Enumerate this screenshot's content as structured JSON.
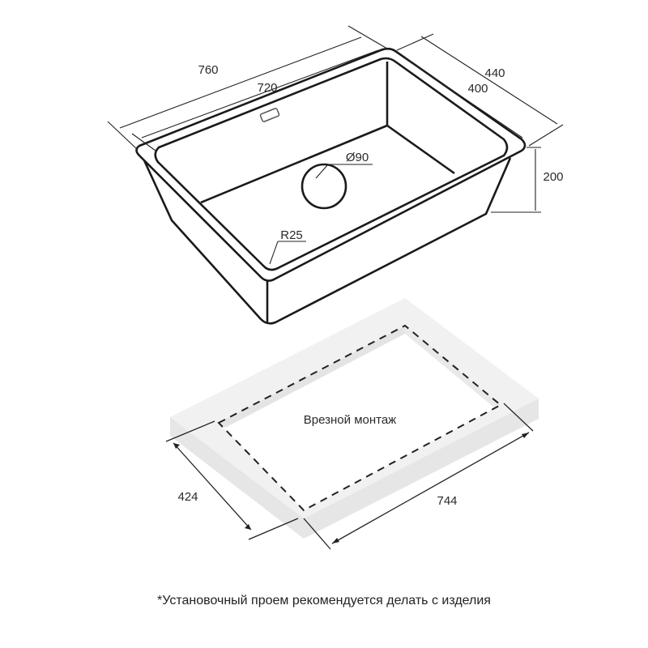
{
  "sink": {
    "dim_outer_length": "760",
    "dim_inner_length": "720",
    "dim_outer_width": "440",
    "dim_inner_width": "400",
    "dim_depth": "200",
    "dim_drain": "Ø90",
    "dim_radius": "R25"
  },
  "cutout": {
    "label": "Врезной монтаж",
    "dim_width": "424",
    "dim_length": "744"
  },
  "footnote": "*Установочный проем рекомендуется делать с изделия"
}
